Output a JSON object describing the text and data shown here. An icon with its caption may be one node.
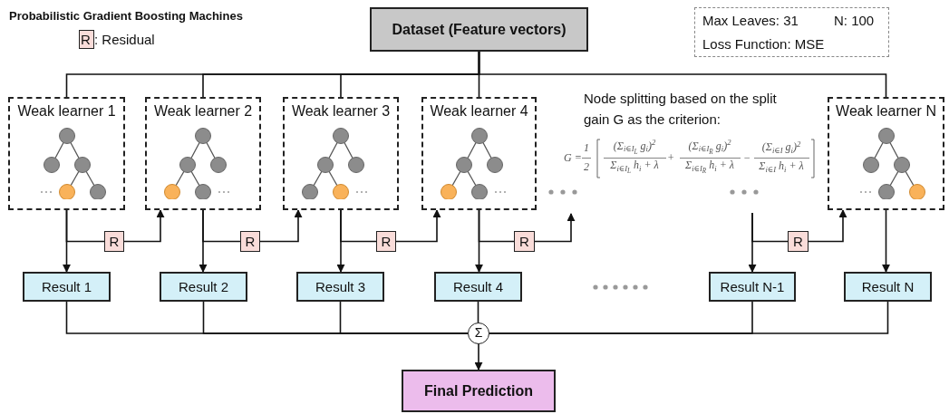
{
  "diagram": {
    "title": "Probabilistic Gradient Boosting Machines",
    "nodes": [
      {
        "text": [
          "Dataset (Feature vectors)"
        ]
      },
      {
        "text": [
          "Max Leaves: 31",
          "N: 100",
          "Loss Function: MSE"
        ]
      },
      {
        "text": [
          "Weak learner 1"
        ]
      },
      {
        "text": [
          "Weak learner 2"
        ]
      },
      {
        "text": [
          "Weak learner 3"
        ]
      },
      {
        "text": [
          "Weak learner 4"
        ]
      },
      {
        "text": [
          "Weak learner N"
        ]
      },
      {
        "text": [
          "R"
        ]
      },
      {
        "text": [
          "R"
        ]
      },
      {
        "text": [
          "R"
        ]
      },
      {
        "text": [
          "R"
        ]
      },
      {
        "text": [
          "R"
        ]
      },
      {
        "text": [
          "Result 1"
        ]
      },
      {
        "text": [
          "Result 2"
        ]
      },
      {
        "text": [
          "Result 3"
        ]
      },
      {
        "text": [
          "Result 4"
        ]
      },
      {
        "text": [
          "Result N-1"
        ]
      },
      {
        "text": [
          "Result N"
        ]
      },
      {
        "text": [
          "Σ"
        ]
      },
      {
        "text": [
          "Final Prediction"
        ]
      }
    ],
    "edges": [
      {
        "from": 0,
        "to": 2,
        "arrow": "none"
      },
      {
        "from": 0,
        "to": 3,
        "arrow": "none"
      },
      {
        "from": 0,
        "to": 4,
        "arrow": "none"
      },
      {
        "from": 0,
        "to": 5,
        "arrow": "none"
      },
      {
        "from": 0,
        "to": 6,
        "arrow": "none"
      },
      {
        "from": 2,
        "to": 12,
        "arrow": "to"
      },
      {
        "from": 2,
        "to": 7,
        "arrow": "none"
      },
      {
        "from": 7,
        "to": 3,
        "arrow": "to"
      },
      {
        "from": 3,
        "to": 13,
        "arrow": "to"
      },
      {
        "from": 3,
        "to": 8,
        "arrow": "none"
      },
      {
        "from": 8,
        "to": 4,
        "arrow": "to"
      },
      {
        "from": 4,
        "to": 14,
        "arrow": "to"
      },
      {
        "from": 4,
        "to": 9,
        "arrow": "none"
      },
      {
        "from": 9,
        "to": 5,
        "arrow": "to"
      },
      {
        "from": 5,
        "to": 15,
        "arrow": "to"
      },
      {
        "from": 5,
        "to": 10,
        "arrow": "none"
      },
      {
        "from": 10,
        "to": null,
        "arrow": "to"
      },
      {
        "from": null,
        "to": 16,
        "arrow": "to"
      },
      {
        "from": null,
        "to": 11,
        "arrow": "none"
      },
      {
        "from": 11,
        "to": 6,
        "arrow": "to"
      },
      {
        "from": 6,
        "to": 17,
        "arrow": "to"
      },
      {
        "from": 12,
        "to": 18,
        "arrow": "none"
      },
      {
        "from": 13,
        "to": 18,
        "arrow": "none"
      },
      {
        "from": 14,
        "to": 18,
        "arrow": "none"
      },
      {
        "from": 15,
        "to": 18,
        "arrow": "none"
      },
      {
        "from": 16,
        "to": 18,
        "arrow": "none"
      },
      {
        "from": 17,
        "to": 18,
        "arrow": "none"
      },
      {
        "from": 18,
        "to": 19,
        "arrow": "to"
      }
    ],
    "labels": [
      "R",
      "Node splitting based on the split gain G as the criterion:",
      "G =",
      "1",
      "2",
      "(Σ$_{i∈I}$$_{L}$ g$_{i}$)$^{2}$",
      "Σ$_{i∈I}$$_{L}$ h$_{i}$ + λ",
      "+",
      "(Σ$_{i∈I}$$_{R}$ g$_{i}$)$^{2}$",
      "Σ$_{i∈I}$$_{R}$ h$_{i}$ + λ",
      "−",
      "(Σ$_{i∈I}$ g$_{i}$)$^{2}$",
      "Σ$_{i∈I}$ h$_{i}$ + λ"
    ],
    "legend": [
      {
        "text": ": Residual",
        "color": "#f9dcd9"
      }
    ]
  }
}
